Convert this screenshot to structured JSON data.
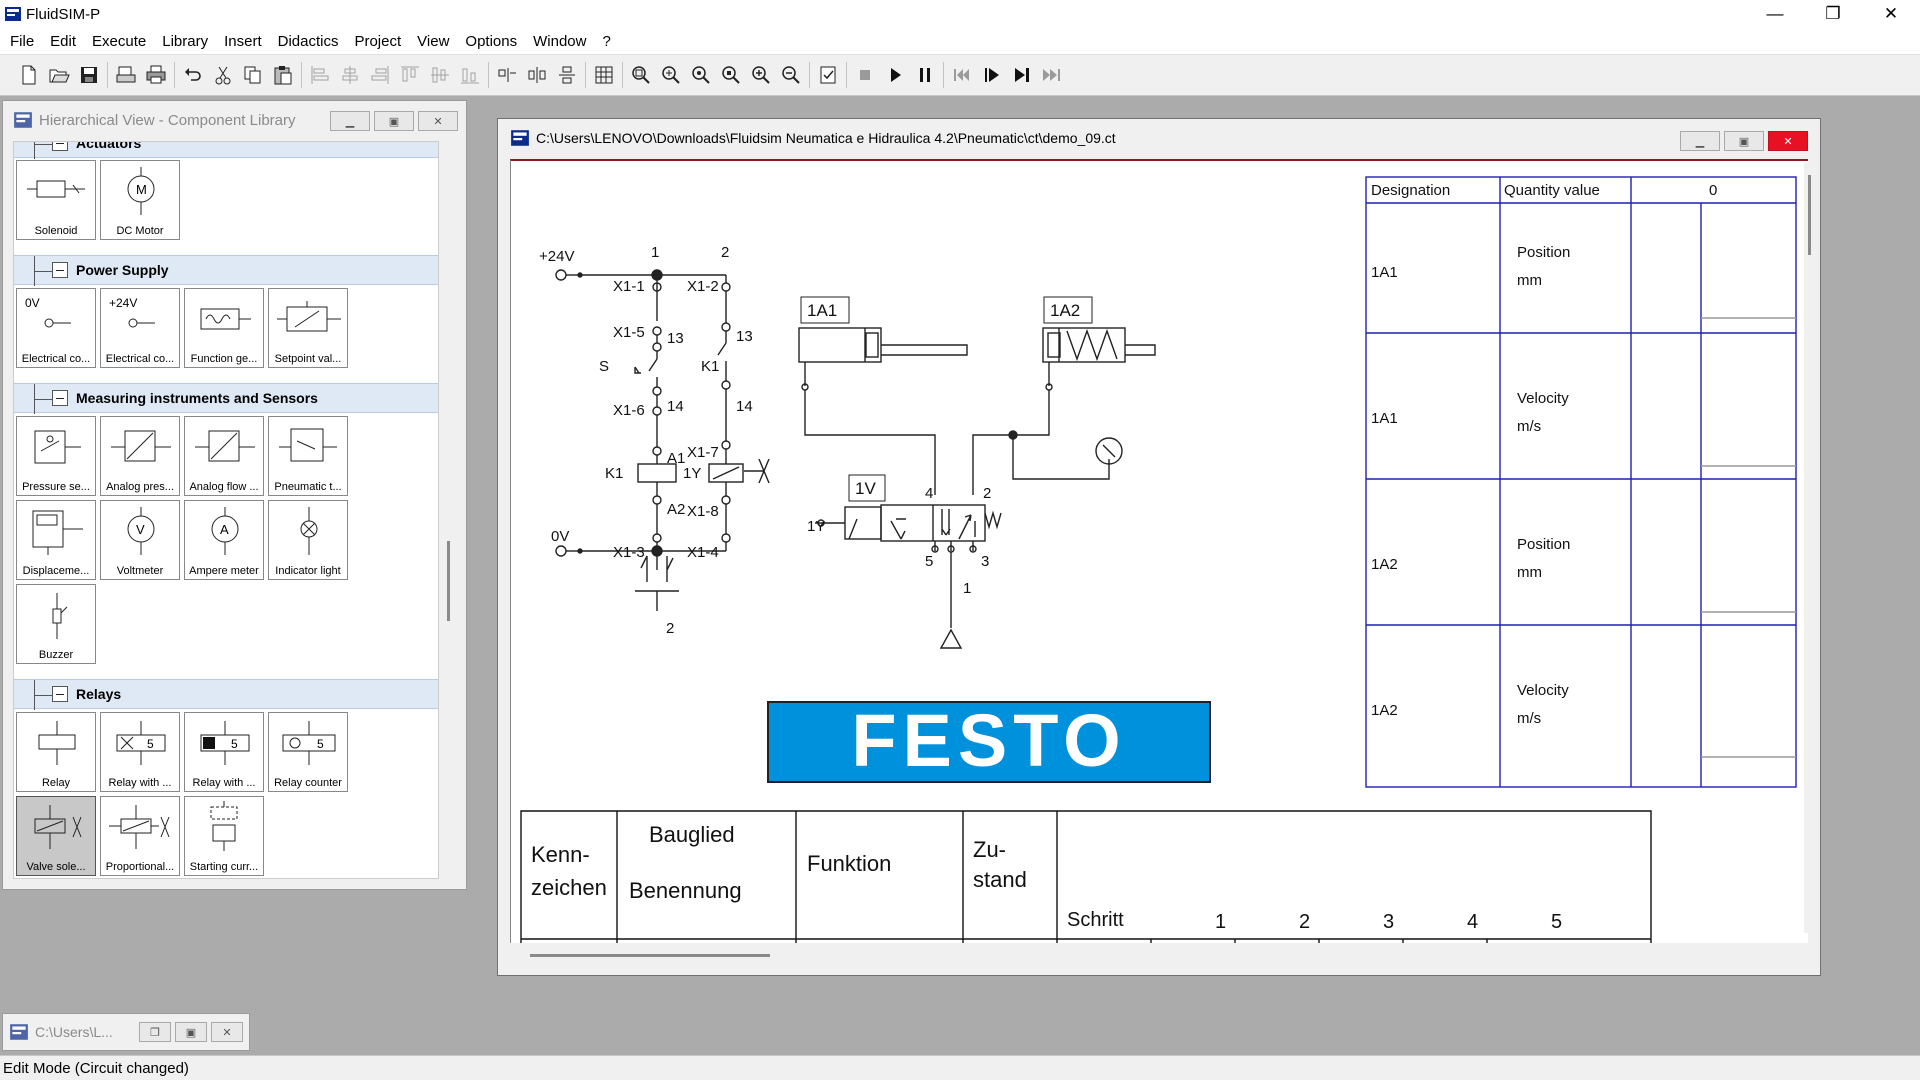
{
  "app": {
    "title": "FluidSIM-P",
    "logo_text": "FESTO"
  },
  "window_controls": {
    "minimize": "—",
    "maximize": "❐",
    "close": "✕"
  },
  "menu": [
    "File",
    "Edit",
    "Execute",
    "Library",
    "Insert",
    "Didactics",
    "Project",
    "View",
    "Options",
    "Window",
    "?"
  ],
  "library_window": {
    "title": "Hierarchical View - Component Library",
    "groups": [
      {
        "name": "Actuators",
        "items": [
          "Solenoid",
          "DC Motor"
        ]
      },
      {
        "name": "Power Supply",
        "items": [
          "Electrical co...",
          "Electrical co...",
          "Function ge...",
          "Setpoint val..."
        ],
        "supply_labels": [
          "0V",
          "+24V"
        ]
      },
      {
        "name": "Measuring instruments and Sensors",
        "items": [
          "Pressure se...",
          "Analog pres...",
          "Analog flow ...",
          "Pneumatic t...",
          "Displaceme...",
          "Voltmeter",
          "Ampere meter",
          "Indicator light",
          "Buzzer"
        ]
      },
      {
        "name": "Relays",
        "items": [
          "Relay",
          "Relay with ...",
          "Relay with ...",
          "Relay counter",
          "Valve sole...",
          "Proportional...",
          "Starting curr..."
        ]
      }
    ],
    "symbol_letters": {
      "motor": "M",
      "voltmeter": "V",
      "ammeter": "A",
      "counter": "5"
    }
  },
  "minimized_window": {
    "title": "C:\\Users\\L..."
  },
  "circuit_window": {
    "title": "C:\\Users\\LENOVO\\Downloads\\Fluidsim Neumatica e Hidraulica 4.2\\Pneumatic\\ct\\demo_09.ct",
    "electrical": {
      "supply_top": "+24V",
      "supply_bottom": "0V",
      "column_numbers": [
        "1",
        "2"
      ],
      "terminals": [
        "X1-1",
        "X1-2",
        "X1-5",
        "X1-6",
        "X1-7",
        "X1-8",
        "X1-3",
        "X1-4"
      ],
      "contact_numbers": [
        "13",
        "14",
        "13",
        "14"
      ],
      "switch_label": "S",
      "relay_contact_label": "K1",
      "relay_coil": "K1",
      "coil_pins": [
        "A1",
        "A2"
      ],
      "solenoid": "1Y",
      "contact_ref": "2"
    },
    "pneumatic": {
      "cylinders": [
        "1A1",
        "1A2"
      ],
      "valve": "1V",
      "valve_solenoid": "1Y",
      "ports": [
        "4",
        "2",
        "5",
        "3",
        "1"
      ]
    },
    "state_table": {
      "headers": [
        "Designation",
        "Quantity value",
        "0"
      ],
      "rows": [
        {
          "designation": "1A1",
          "quantity": "Position",
          "unit": "mm"
        },
        {
          "designation": "1A1",
          "quantity": "Velocity",
          "unit": "m/s"
        },
        {
          "designation": "1A2",
          "quantity": "Position",
          "unit": "mm"
        },
        {
          "designation": "1A2",
          "quantity": "Velocity",
          "unit": "m/s"
        }
      ]
    },
    "function_table": {
      "kenn": [
        "Kenn-",
        "zeichen"
      ],
      "bauglied": "Bauglied",
      "benennung": "Benennung",
      "funktion": "Funktion",
      "zustand": [
        "Zu-",
        "stand"
      ],
      "schritt": "Schritt",
      "steps": [
        "1",
        "2",
        "3",
        "4",
        "5"
      ]
    }
  },
  "status": "Edit Mode (Circuit changed)",
  "colors": {
    "festo_blue": "#0091dc",
    "table_blue": "#1f1fb4",
    "title_accent": "#8b1c1c",
    "close_red": "#e81123"
  }
}
